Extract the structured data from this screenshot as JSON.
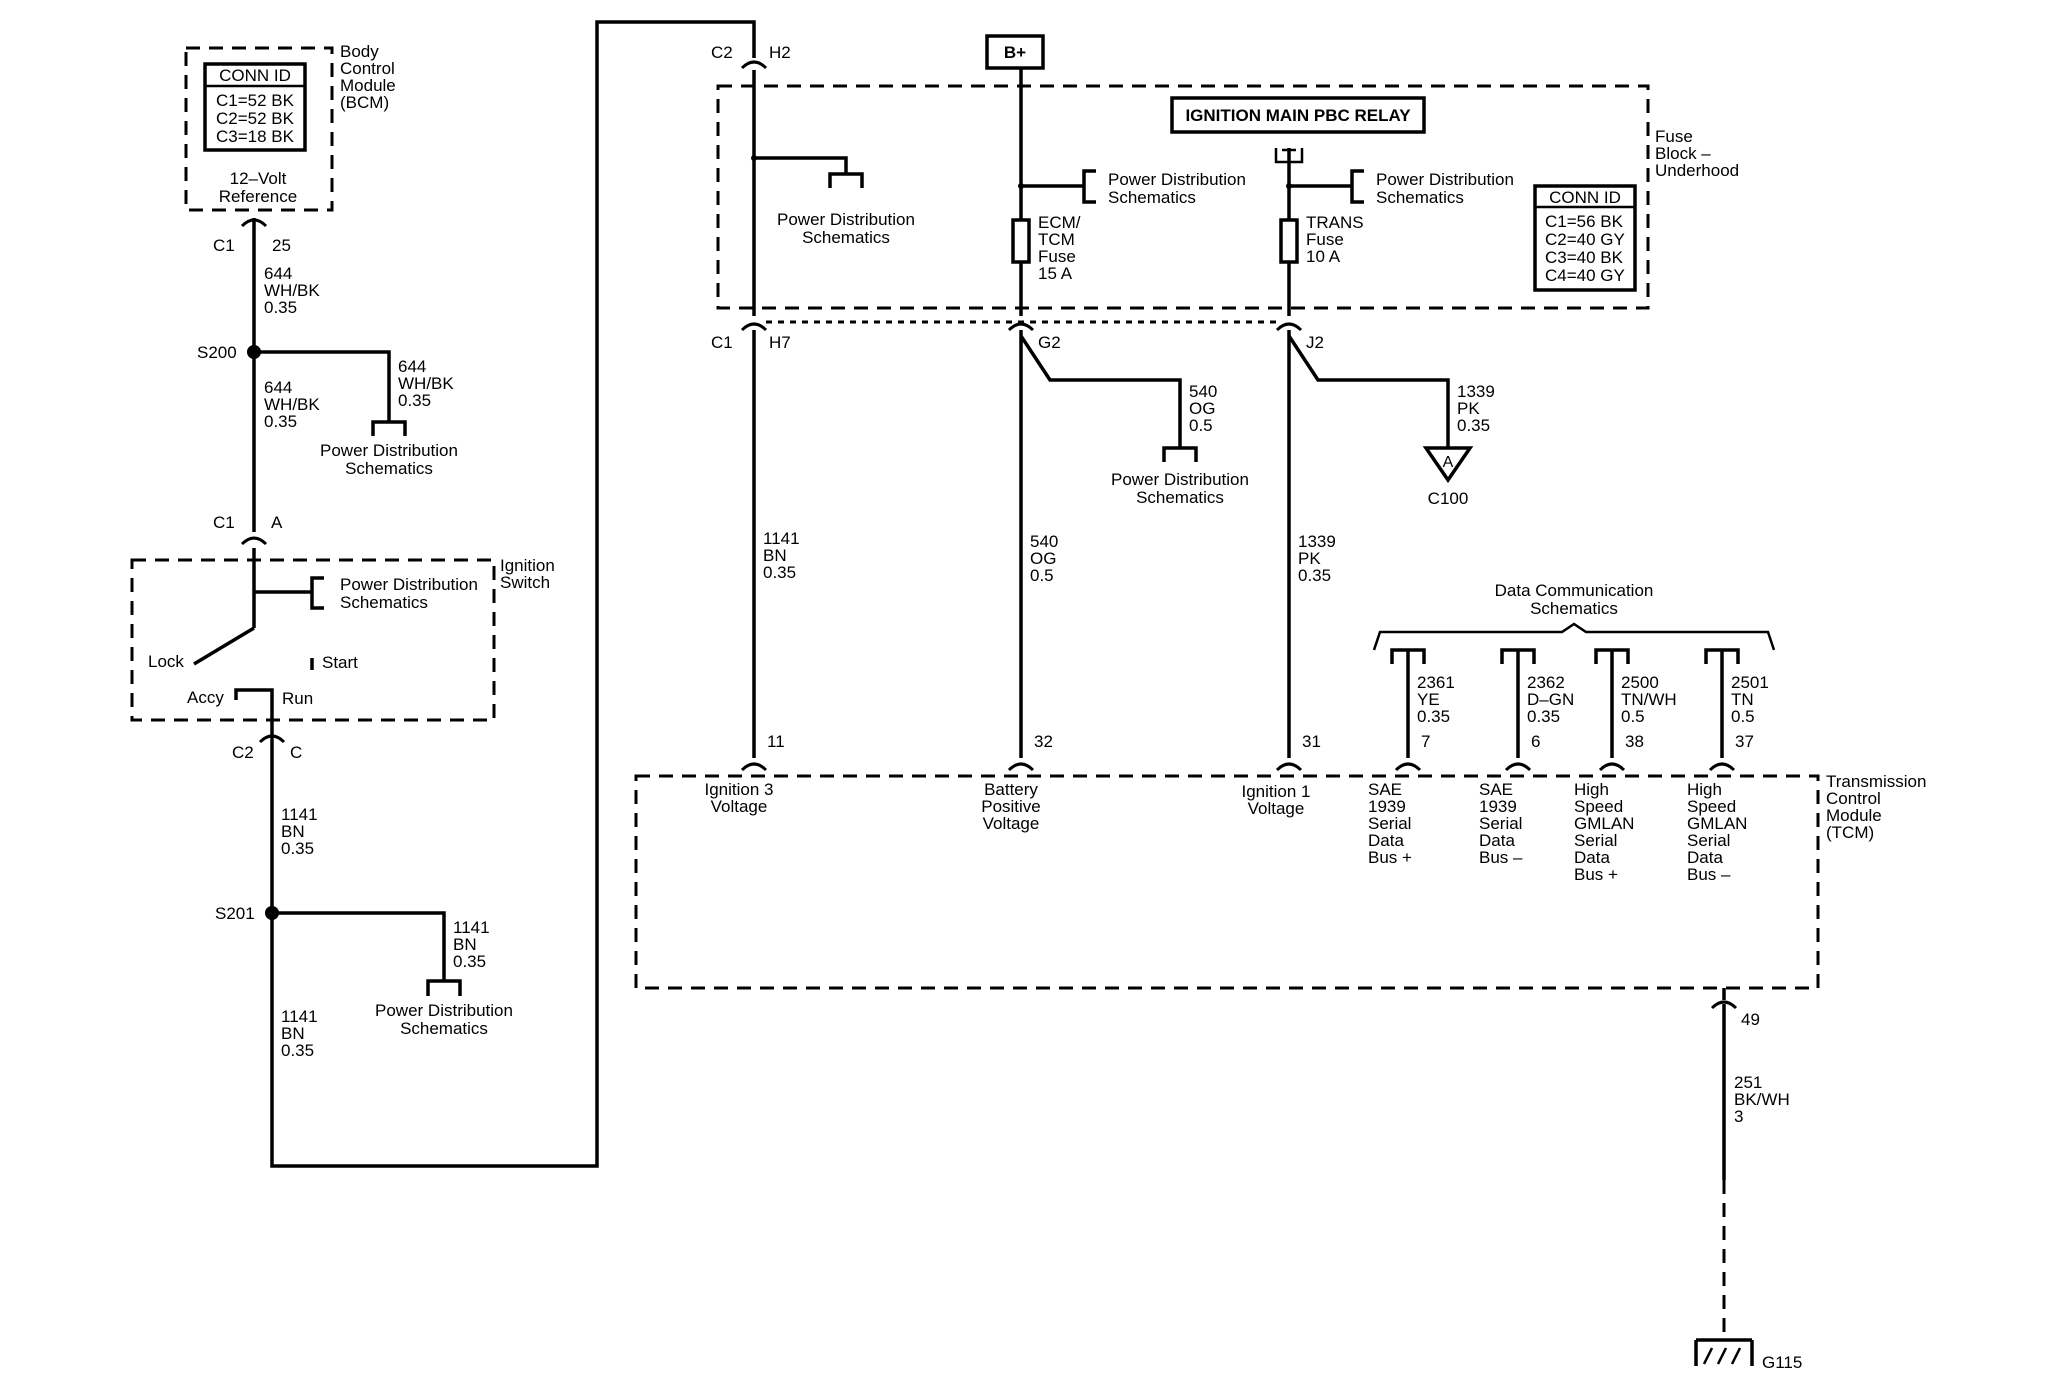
{
  "bcm": {
    "title": [
      "Body",
      "Control",
      "Module",
      "(BCM)"
    ],
    "conn_id_title": "CONN ID",
    "conn_ids": [
      "C1=52 BK",
      "C2=52 BK",
      "C3=18 BK"
    ],
    "ref_label": [
      "12–Volt",
      "Reference"
    ],
    "conn": "C1",
    "pin": "25"
  },
  "wires": {
    "w644a": [
      "644",
      "WH/BK",
      "0.35"
    ],
    "w644b": [
      "644",
      "WH/BK",
      "0.35"
    ],
    "w644c": [
      "644",
      "WH/BK",
      "0.35"
    ],
    "w1141a": [
      "1141",
      "BN",
      "0.35"
    ],
    "w1141b": [
      "1141",
      "BN",
      "0.35"
    ],
    "w1141c": [
      "1141",
      "BN",
      "0.35"
    ],
    "w1141d": [
      "1141",
      "BN",
      "0.35"
    ],
    "w540a": [
      "540",
      "OG",
      "0.5"
    ],
    "w540b": [
      "540",
      "OG",
      "0.5"
    ],
    "w1339a": [
      "1339",
      "PK",
      "0.35"
    ],
    "w1339b": [
      "1339",
      "PK",
      "0.35"
    ],
    "w2361": [
      "2361",
      "YE",
      "0.35"
    ],
    "w2362": [
      "2362",
      "D–GN",
      "0.35"
    ],
    "w2500": [
      "2500",
      "TN/WH",
      "0.5"
    ],
    "w2501": [
      "2501",
      "TN",
      "0.5"
    ],
    "w251": [
      "251",
      "BK/WH",
      "3"
    ]
  },
  "splices": {
    "s200": "S200",
    "s201": "S201"
  },
  "ignition_switch": {
    "title": [
      "Ignition",
      "Switch"
    ],
    "conn_top": "C1",
    "pin_top": "A",
    "conn_bottom": "C2",
    "pin_bottom": "C",
    "positions": {
      "lock": "Lock",
      "start": "Start",
      "accy": "Accy",
      "run": "Run"
    }
  },
  "power_dist": [
    "Power Distribution",
    "Schematics"
  ],
  "fuse_block": {
    "title": [
      "Fuse",
      "Block –",
      "Underhood"
    ],
    "conn_id_title": "CONN ID",
    "conn_ids": [
      "C1=56 BK",
      "C2=40 GY",
      "C3=40 BK",
      "C4=40 GY"
    ],
    "b_plus": "B+",
    "relay": "IGNITION MAIN PBC RELAY",
    "fuse_ecm": [
      "ECM/",
      "TCM",
      "Fuse",
      "15 A"
    ],
    "fuse_trans": [
      "TRANS",
      "Fuse",
      "10 A"
    ],
    "top_conn": "C2",
    "top_pin": "H2",
    "bottom_conn": "C1",
    "pin_h7": "H7",
    "pin_g2": "G2",
    "pin_j2": "J2"
  },
  "c100": {
    "letter": "A",
    "name": "C100"
  },
  "data_comm": [
    "Data Communication",
    "Schematics"
  ],
  "tcm": {
    "title": [
      "Transmission",
      "Control",
      "Module",
      "(TCM)"
    ],
    "pins": [
      "11",
      "32",
      "31",
      "7",
      "6",
      "38",
      "37"
    ],
    "pin_labels": {
      "ign3": [
        "Ignition 3",
        "Voltage"
      ],
      "batt": [
        "Battery",
        "Positive",
        "Voltage"
      ],
      "ign1": [
        "Ignition 1",
        "Voltage"
      ],
      "sae_pos": [
        "SAE",
        "1939",
        "Serial",
        "Data",
        "Bus +"
      ],
      "sae_neg": [
        "SAE",
        "1939",
        "Serial",
        "Data",
        "Bus –"
      ],
      "gml_pos": [
        "High",
        "Speed",
        "GMLAN",
        "Serial",
        "Data",
        "Bus +"
      ],
      "gml_neg": [
        "High",
        "Speed",
        "GMLAN",
        "Serial",
        "Data",
        "Bus –"
      ]
    },
    "ground_pin": "49"
  },
  "ground": "G115"
}
